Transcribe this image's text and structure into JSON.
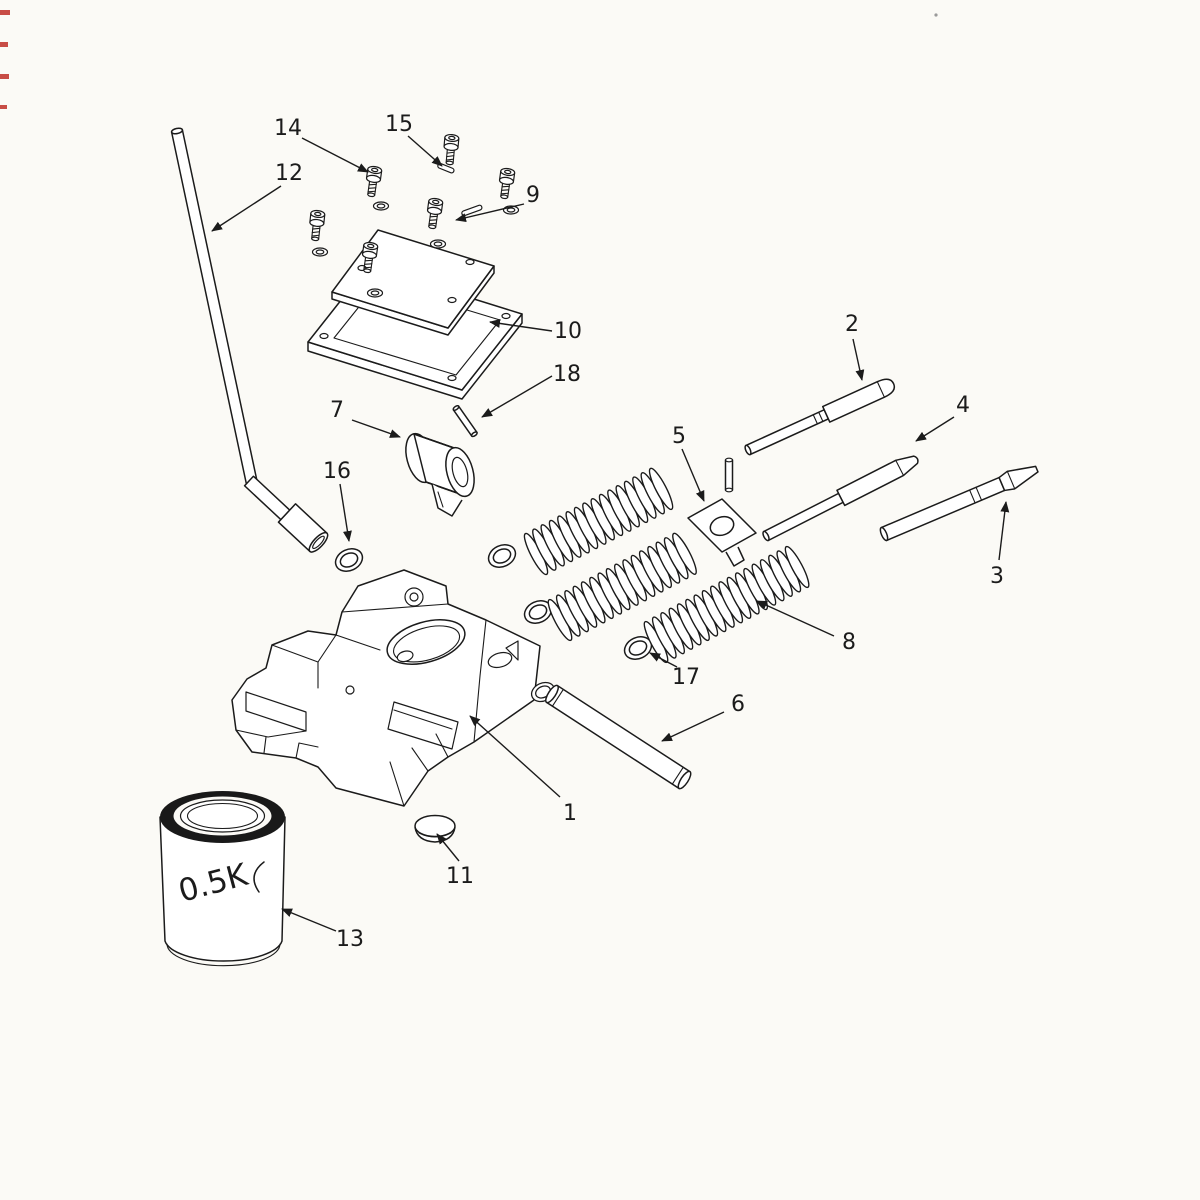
{
  "figure": {
    "background": "#fbfaf6",
    "ink": "#1b1b1b",
    "artifact_red": "#c03028",
    "can_label": "0.5K",
    "callouts": {
      "c1": "1",
      "c2": "2",
      "c3": "3",
      "c4": "4",
      "c5": "5",
      "c6": "6",
      "c7": "7",
      "c8": "8",
      "c9": "9",
      "c10": "10",
      "c11": "11",
      "c12": "12",
      "c13": "13",
      "c14": "14",
      "c15": "15",
      "c16": "16",
      "c17": "17",
      "c18": "18"
    }
  }
}
